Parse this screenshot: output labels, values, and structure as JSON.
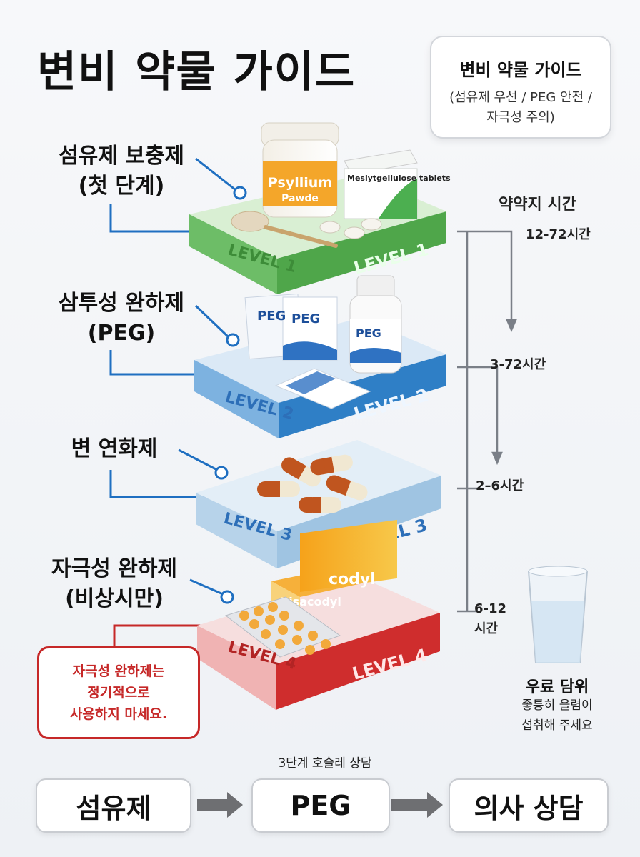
{
  "title": "변비 약물 가이드",
  "legend": {
    "title": "변비 약물 가이드",
    "subtitle": "(섬유제 우선 / PEG 안전 / 자극성 주의)"
  },
  "levels": [
    {
      "label_line1": "섬유제 보충제",
      "label_line2": "(첫 단계)",
      "platform_text": "LEVEL 1",
      "color": "#7cc47a",
      "products": {
        "jar_brand": "Psyllium",
        "jar_sub": "Pawde",
        "box_text": "Meslytgellulose tablets"
      }
    },
    {
      "label_line1": "삼투성 완하제",
      "label_line2": "(PEG)",
      "platform_text": "LEVEL 2",
      "color": "#4a8fd0",
      "products": {
        "sachet": "PEG",
        "bottle": "PEG"
      }
    },
    {
      "label_line1": "변 연화제",
      "label_line2": "",
      "platform_text": "LEVEL 3",
      "color": "#a9cbe6"
    },
    {
      "label_line1": "자극성 완하제",
      "label_line2": "(비상시만)",
      "platform_text": "LEVEL 4",
      "color": "#d83a3a",
      "products": {
        "box_text": "Bisacodyl",
        "box_top": "codyl"
      }
    }
  ],
  "onset": {
    "title": "약약지 시간",
    "times": [
      "12-72시간",
      "3-72시간",
      "2–6시간",
      "6-12",
      "시간"
    ]
  },
  "warning": [
    "자극성 완하제는",
    "정기적으로",
    "사용하지 마세요."
  ],
  "water": {
    "title": "우료 담위",
    "line1": "좋틍히 을렴이",
    "line2": "섭취해 주세요"
  },
  "steps": {
    "note": "3단계 호슬레 상담",
    "items": [
      "섬유제",
      "PEG",
      "의사 상담"
    ]
  }
}
